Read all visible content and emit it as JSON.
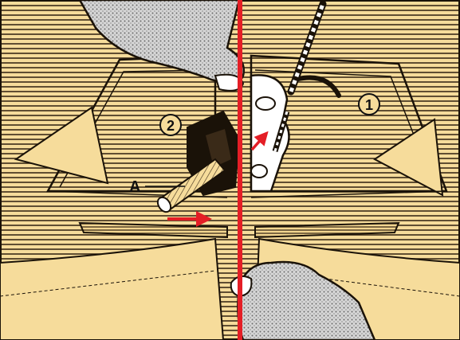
{
  "figure": {
    "labels": {
      "step_1": "1",
      "step_2": "2",
      "part_a": "A"
    }
  },
  "colors": {
    "background": "#f6dc9b",
    "hatch": "#3a2a18",
    "outline": "#1a1208",
    "accent_red": "#e41e26",
    "skin_dot": "#9c9c9c"
  },
  "icons": {
    "arrow": "red-arrow-icon",
    "hand": "hand-icon",
    "pin": "striped-pin-icon"
  }
}
